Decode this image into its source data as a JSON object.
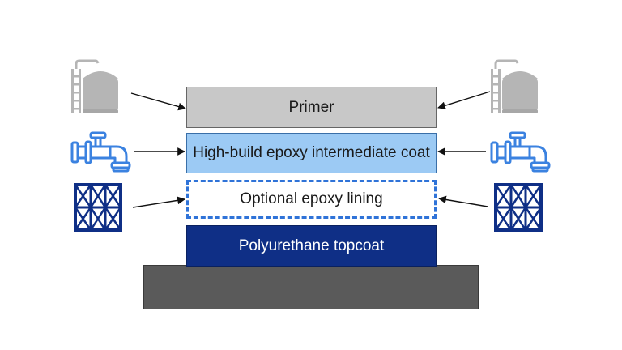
{
  "layers": {
    "primer": "Primer",
    "intermediate": "High-build epoxy intermediate coat",
    "lining": "Optional epoxy lining",
    "topcoat": "Polyurethane topcoat"
  },
  "icons": {
    "tank": "storage-tank-icon",
    "pipe": "pipe-valve-icon",
    "steel": "steel-structure-icon"
  },
  "colors": {
    "primer": "#c8c8c8",
    "intermediate": "#9ccaf4",
    "lining_border": "#2f73d8",
    "topcoat": "#0f2f86",
    "substrate": "#5a5a5a",
    "tank_icon": "#b5b5b5",
    "pipe_icon": "#3b82e0",
    "steel_icon": "#0f2f86"
  }
}
